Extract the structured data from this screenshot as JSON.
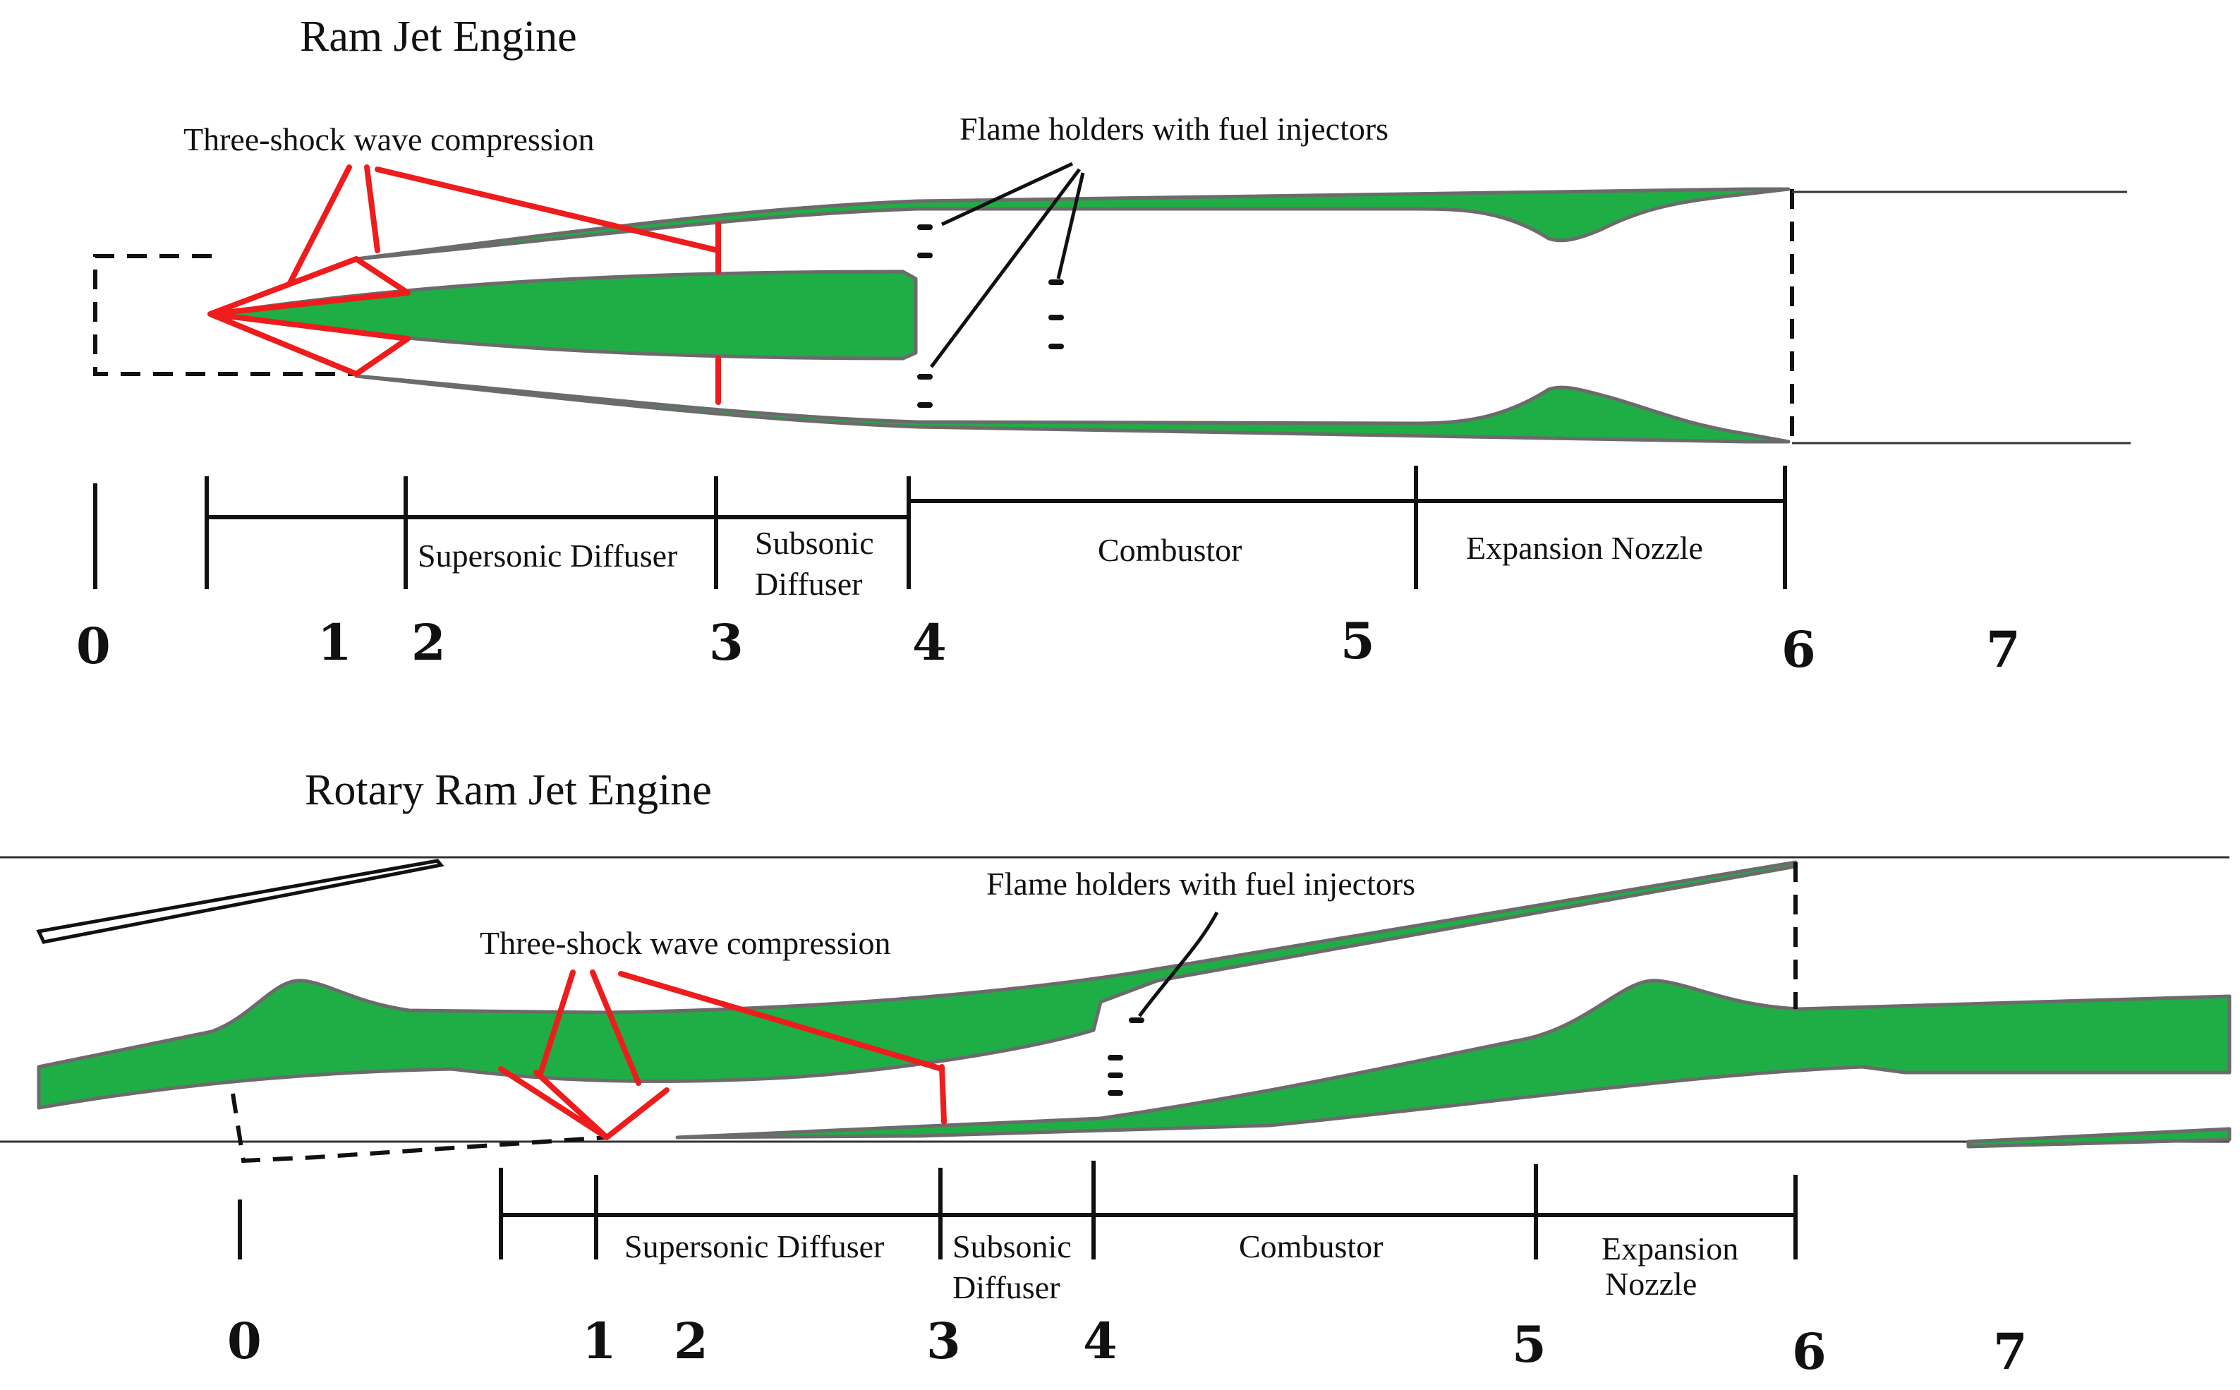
{
  "ramjet": {
    "title": "Ram Jet Engine",
    "shock_label": "Three-shock wave compression",
    "flame_label": "Flame holders with fuel injectors",
    "segments": {
      "supersonic_diffuser": "Supersonic Diffuser",
      "subsonic_line1": "Subsonic",
      "subsonic_line2": "Diffuser",
      "combustor": "Combustor",
      "expansion_nozzle": "Expansion Nozzle"
    },
    "stations": [
      "0",
      "1",
      "2",
      "3",
      "4",
      "5",
      "6",
      "7"
    ]
  },
  "rotary": {
    "title": "Rotary Ram Jet Engine",
    "shock_label": "Three-shock wave compression",
    "flame_label": "Flame holders with fuel injectors",
    "segments": {
      "supersonic_diffuser": "Supersonic Diffuser",
      "subsonic_line1": "Subsonic",
      "subsonic_line2": "Diffuser",
      "combustor": "Combustor",
      "expansion_line1": "Expansion",
      "expansion_line2": "Nozzle"
    },
    "stations": [
      "0",
      "1",
      "2",
      "3",
      "4",
      "5",
      "6",
      "7"
    ]
  },
  "colors": {
    "body_fill": "#1fae45",
    "shock_lines": "#ee1c1c",
    "outline": "#6b6b6b",
    "ink": "#111111"
  }
}
